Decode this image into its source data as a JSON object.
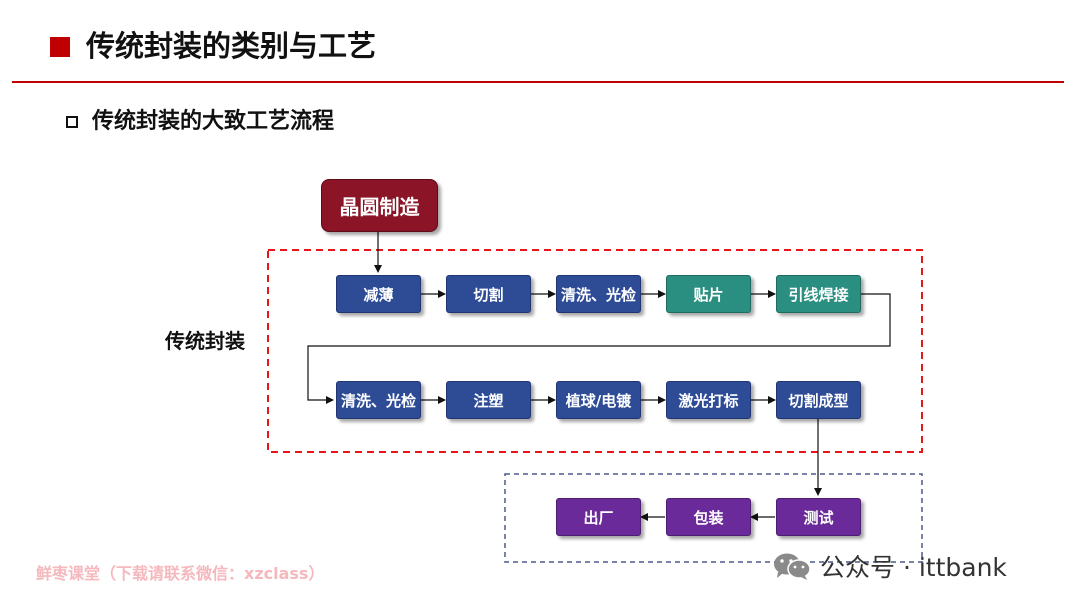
{
  "header": {
    "title": "传统封装的类别与工艺",
    "subtitle": "传统封装的大致工艺流程"
  },
  "diagram": {
    "start": "晶圆制造",
    "group_label": "传统封装",
    "row1": [
      "减薄",
      "切割",
      "清洗、光检",
      "贴片",
      "引线焊接"
    ],
    "row2": [
      "清洗、光检",
      "注塑",
      "植球/电镀",
      "激光打标",
      "切割成型"
    ],
    "row3": [
      "测试",
      "包装",
      "出厂"
    ]
  },
  "footer": {
    "watermark": "鲜枣课堂（下载请联系微信：xzclass）",
    "brand": "公众号 · ittbank"
  },
  "colors": {
    "accent_red": "#c00000",
    "start_box": "#8b1426",
    "process_blue": "#2e4c96",
    "process_teal": "#2a8f80",
    "process_purple": "#6a2a9a",
    "group_border_red": "#e8161b",
    "group_border_blue": "#4a5a8a"
  },
  "icons": {
    "brand": "wechat-icon",
    "title_marker": "square-icon",
    "subtitle_marker": "hollow-square-icon"
  }
}
